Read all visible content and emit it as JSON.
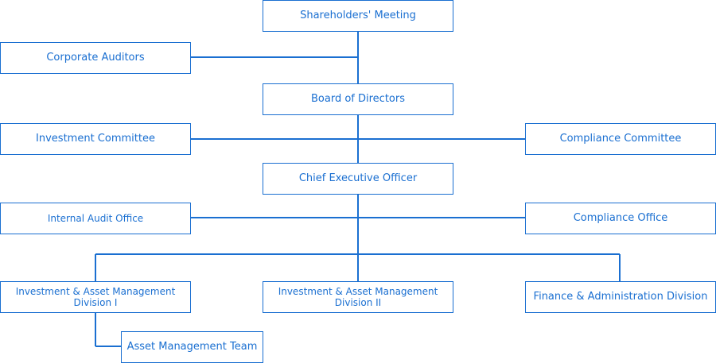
{
  "org_chart": {
    "shareholders_meeting": "Shareholders' Meeting",
    "corporate_auditors": "Corporate Auditors",
    "board_of_directors": "Board of Directors",
    "investment_committee": "Investment Committee",
    "compliance_committee": "Compliance Committee",
    "ceo": "Chief Executive Officer",
    "internal_audit_office": "Internal Audit Office",
    "compliance_office": "Compliance Office",
    "iam_division_1": {
      "line1": "Investment & Asset Management",
      "line2": "Division I"
    },
    "iam_division_2": {
      "line1": "Investment & Asset Management",
      "line2": "Division II"
    },
    "finance_admin_division": "Finance & Administration Division",
    "asset_management_team": "Asset Management Team"
  },
  "colors": {
    "accent": "#1a6fd1",
    "background": "#ffffff"
  }
}
